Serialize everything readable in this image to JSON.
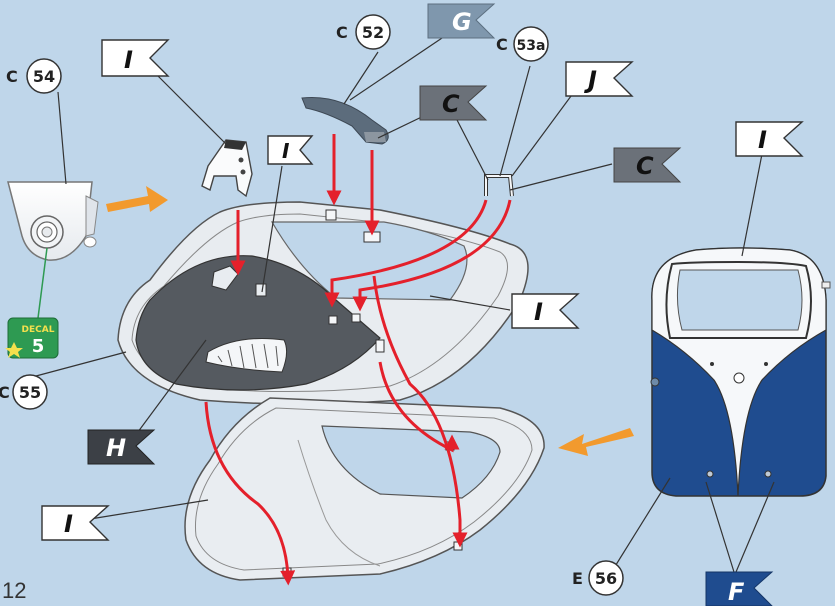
{
  "page_number": "12",
  "decal": {
    "label": "DECAL",
    "number": "5"
  },
  "part_callouts": [
    {
      "id": "p54",
      "prefix": "C",
      "number": "54"
    },
    {
      "id": "p52",
      "prefix": "C",
      "number": "52"
    },
    {
      "id": "p53a",
      "prefix": "C",
      "number": "53a"
    },
    {
      "id": "p55",
      "prefix": "C",
      "number": "55"
    },
    {
      "id": "p56",
      "prefix": "E",
      "number": "56"
    }
  ],
  "flags": [
    {
      "id": "flag-top-left",
      "letter": "I",
      "style": "white"
    },
    {
      "id": "flag-g",
      "letter": "G",
      "style": "blue-grey"
    },
    {
      "id": "flag-c1",
      "letter": "C",
      "style": "grey"
    },
    {
      "id": "flag-j",
      "letter": "J",
      "style": "white"
    },
    {
      "id": "flag-i-small",
      "letter": "I",
      "style": "white"
    },
    {
      "id": "flag-c2",
      "letter": "C",
      "style": "grey"
    },
    {
      "id": "flag-i-right",
      "letter": "I",
      "style": "white"
    },
    {
      "id": "flag-i-mid",
      "letter": "I",
      "style": "white"
    },
    {
      "id": "flag-h",
      "letter": "H",
      "style": "dark"
    },
    {
      "id": "flag-i-bottom",
      "letter": "I",
      "style": "white"
    },
    {
      "id": "flag-f",
      "letter": "F",
      "style": "blue"
    }
  ],
  "colors": {
    "background": "#bfd6ea",
    "arrow_red": "#e4202b",
    "arrow_orange": "#f29a2e",
    "body_blue": "#1f4c8f",
    "panel_dark": "#555a60",
    "decal_green": "#2e9a52"
  }
}
